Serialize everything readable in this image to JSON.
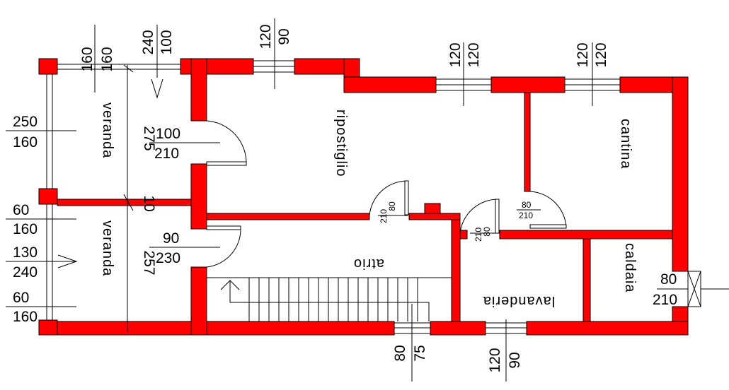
{
  "colors": {
    "wall": "#ff0000",
    "line": "#000000",
    "background": "#ffffff"
  },
  "rooms": {
    "ripostiglio": "ripostiglio",
    "cantina": "cantina",
    "veranda_top": "veranda",
    "veranda_bottom": "veranda",
    "atrio": "atrio",
    "lavanderia": "lavanderia",
    "caldaia": "caldaia"
  },
  "openings": {
    "top_left_window": [
      "160",
      "160"
    ],
    "top_door_marker": [
      "240",
      "100"
    ],
    "top_window_1": [
      "120",
      "90"
    ],
    "top_window_2": [
      "120",
      "120"
    ],
    "top_window_3": [
      "120",
      "120"
    ],
    "left_window_1": [
      "250",
      "160"
    ],
    "left_window_2": [
      "60",
      "160"
    ],
    "left_window_3": [
      "130",
      "240"
    ],
    "left_window_4": [
      "60",
      "160"
    ],
    "door_veranda_top": [
      "100",
      "210"
    ],
    "door_veranda_bottom": [
      "90",
      "230"
    ],
    "door_ripostiglio": [
      "80",
      "210"
    ],
    "door_cantina": [
      "80",
      "210"
    ],
    "door_lavanderia": [
      "80",
      "210"
    ],
    "door_caldaia": [
      "80",
      "210"
    ],
    "bottom_window_1": [
      "80",
      "75"
    ],
    "bottom_window_2": [
      "120",
      "90"
    ]
  },
  "dimensions": {
    "veranda_top_depth": "275",
    "veranda_wall": "10",
    "veranda_bottom_depth": "257"
  }
}
